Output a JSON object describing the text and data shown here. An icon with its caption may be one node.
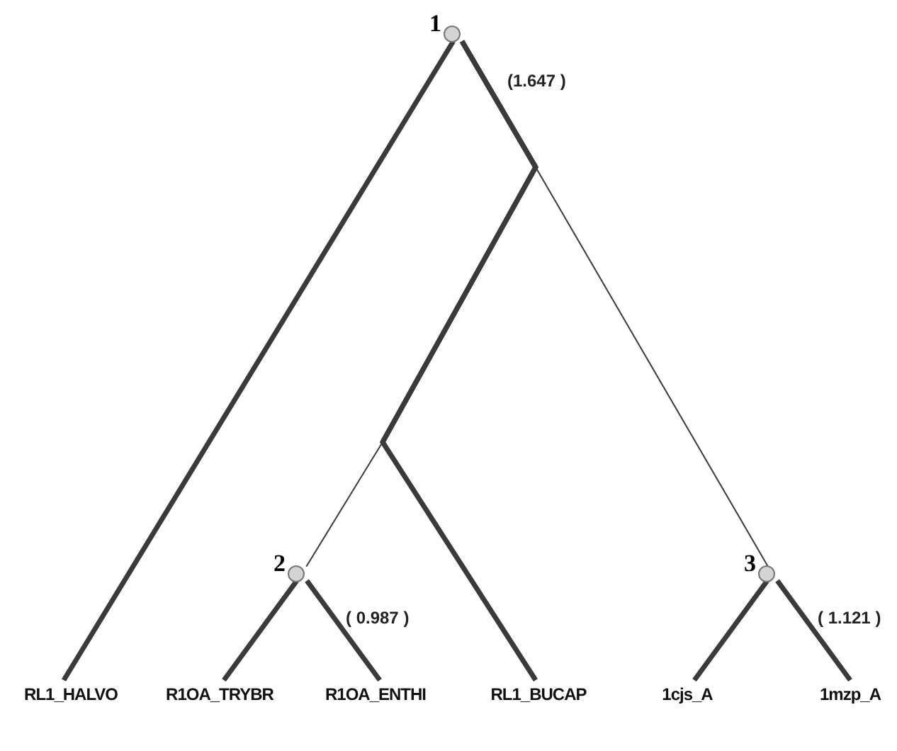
{
  "diagram": {
    "nodes": [
      {
        "text": [
          "1"
        ],
        "beside": [
          "(1.647 )"
        ]
      },
      {
        "text": [
          "2"
        ],
        "beside": [
          "( 0.987 )"
        ]
      },
      {
        "text": [
          "3"
        ],
        "beside": [
          "( 1.121 )"
        ]
      },
      {
        "text": [
          "RL1_HALVO"
        ]
      },
      {
        "text": [
          "R1OA_TRYBR"
        ]
      },
      {
        "text": [
          "R1OA_ENTHI"
        ]
      },
      {
        "text": [
          "RL1_BUCAP"
        ]
      },
      {
        "text": [
          "1cjs_A"
        ]
      },
      {
        "text": [
          "1mzp_A"
        ]
      }
    ],
    "edges": [
      {
        "from": 0,
        "to": 3,
        "arrow": "none"
      },
      {
        "from": 0,
        "to": 6,
        "arrow": "none"
      },
      {
        "from": 0,
        "to": 1,
        "arrow": "none"
      },
      {
        "from": 0,
        "to": 2,
        "arrow": "none"
      },
      {
        "from": 1,
        "to": 4,
        "arrow": "none"
      },
      {
        "from": 1,
        "to": 5,
        "arrow": "none"
      },
      {
        "from": 2,
        "to": 7,
        "arrow": "none"
      },
      {
        "from": 2,
        "to": 8,
        "arrow": "none"
      }
    ]
  }
}
